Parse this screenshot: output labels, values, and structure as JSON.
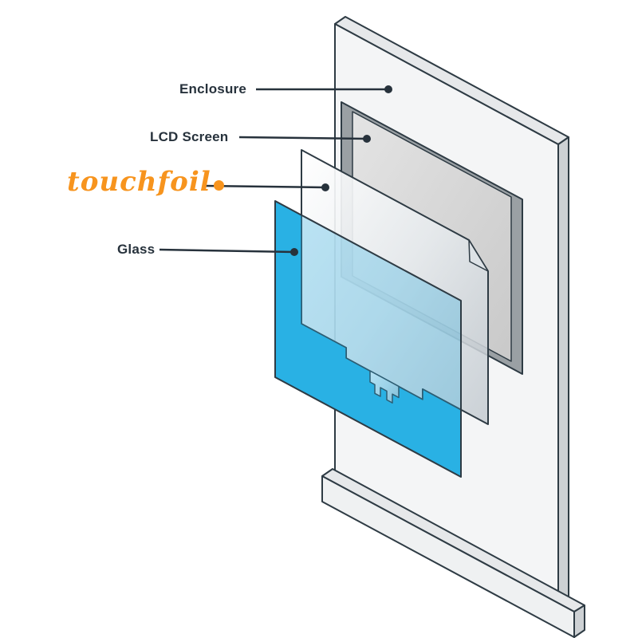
{
  "diagram": {
    "labels": {
      "enclosure": "Enclosure",
      "lcd_screen": "LCD Screen",
      "touchfoil": "touchfoil",
      "glass": "Glass"
    },
    "colors": {
      "label_text": "#27323C",
      "outline": "#2E3B44",
      "logo_orange": "#F7941E",
      "glass_blue": "#29ABE2",
      "glass_solid": "#2AB4E6",
      "enclosure_fill": "#F4F5F6",
      "kiosk_side_fill": "#CDD1D4",
      "lcd_frame_gray": "#9AA0A4",
      "callout": "#27323C"
    }
  }
}
